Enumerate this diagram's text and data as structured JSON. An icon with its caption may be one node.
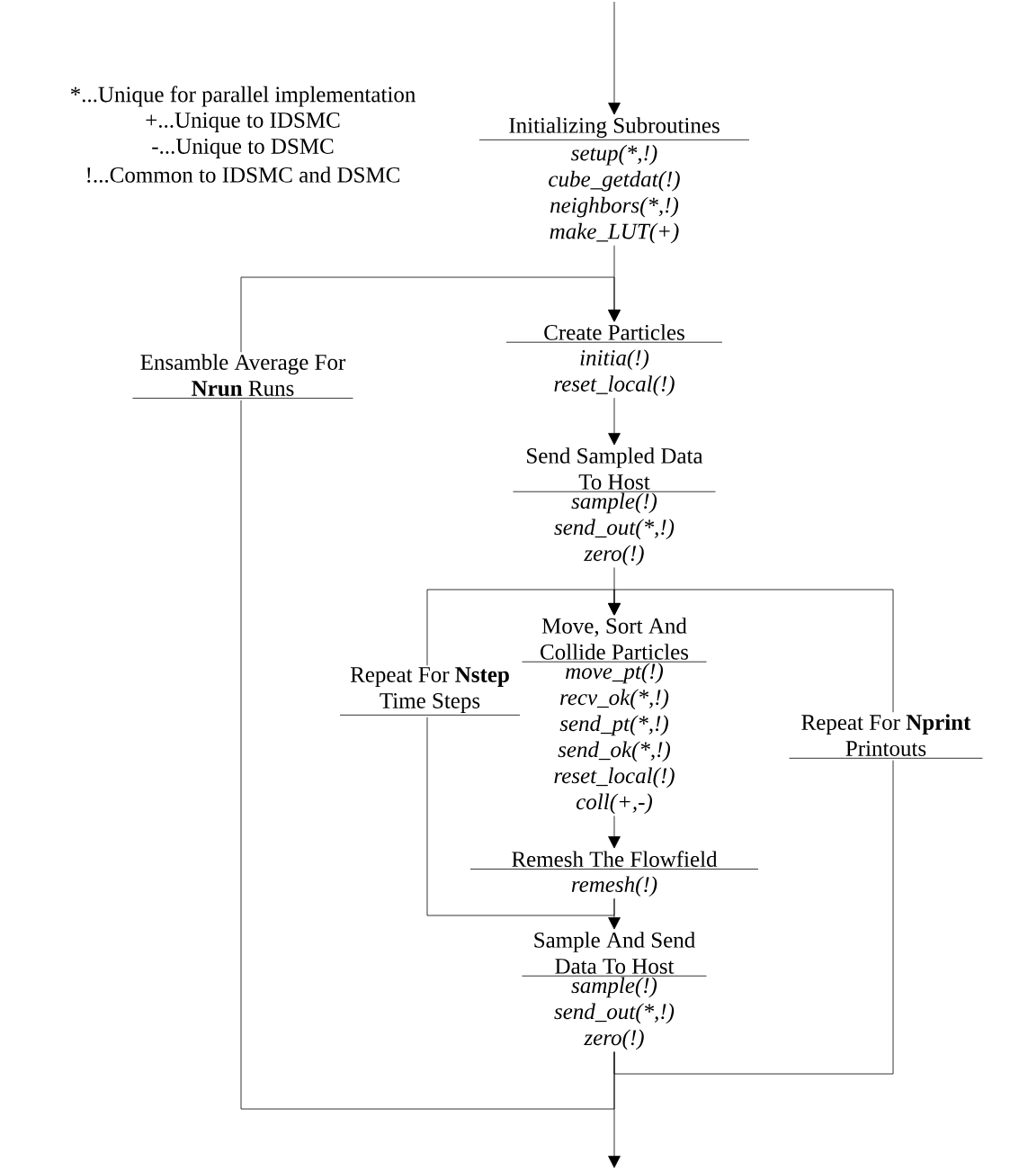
{
  "diagram": {
    "nodes": [
      {
        "text": [
          "Initializing Subroutines",
          "setup(*,!)",
          "cube_getdat(!)",
          "neighbors(*,!)",
          "make_LUT(+)"
        ]
      },
      {
        "text": [
          "Create Particles",
          "initia(!)",
          "reset_local(!)"
        ]
      },
      {
        "text": [
          "Send Sampled Data To Host",
          "sample(!)",
          "send_out(*,!)",
          "zero(!)"
        ]
      },
      {
        "text": [
          "Move, Sort And Collide Particles",
          "move_pt(!)",
          "recv_ok(*,!)",
          "send_pt(*,!)",
          "send_ok(*,!)",
          "reset_local(!)",
          "coll(+,-)"
        ]
      },
      {
        "text": [
          "Remesh The Flowfield",
          "remesh(!)"
        ]
      },
      {
        "text": [
          "Sample And Send Data To Host",
          "sample(!)",
          "send_out(*,!)",
          "zero(!)"
        ]
      }
    ],
    "edges": [
      {
        "from": null,
        "to": 0,
        "arrow": "to"
      },
      {
        "from": 0,
        "to": 1,
        "arrow": "to"
      },
      {
        "from": 1,
        "to": 2,
        "arrow": "to"
      },
      {
        "from": 2,
        "to": 3,
        "arrow": "to"
      },
      {
        "from": 3,
        "to": 4,
        "arrow": "to"
      },
      {
        "from": 4,
        "to": 5,
        "arrow": "to"
      },
      {
        "from": 5,
        "to": null,
        "arrow": "to"
      },
      {
        "from": 4,
        "to": 3,
        "arrow": "to",
        "label": "Repeat For **Nstep** Time Steps"
      },
      {
        "from": 5,
        "to": 3,
        "arrow": "to",
        "label": "Repeat For **Nprint** Printouts"
      },
      {
        "from": 5,
        "to": 1,
        "arrow": "to",
        "label": "Ensamble Average For **Nrun** Runs"
      }
    ],
    "labels": [
      "*...Unique for parallel implementation",
      "+...Unique to IDSMC",
      "-...Unique to DSMC",
      "!...Common to IDSMC and DSMC"
    ]
  }
}
